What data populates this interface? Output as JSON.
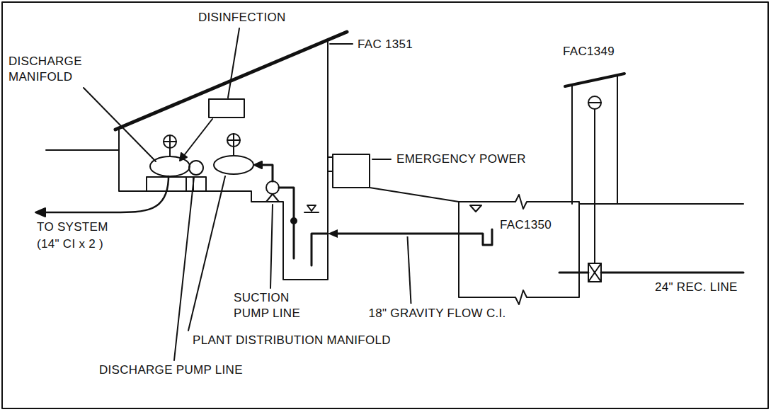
{
  "diagram": {
    "nodes": [
      {
        "text": [
          "FAC 1351"
        ]
      },
      {
        "text": [
          "FAC1350"
        ]
      },
      {
        "text": [
          "FAC1349"
        ]
      }
    ],
    "edges": [
      {
        "from": 1,
        "to": 0,
        "arrow": "to",
        "label": "18\" GRAVITY FLOW C.I."
      }
    ],
    "labels": [
      "DISINFECTION",
      "DISCHARGE MANIFOLD",
      "EMERGENCY POWER",
      "TO SYSTEM",
      "(14\" CI x 2 )",
      "SUCTION PUMP LINE",
      "PLANT DISTRIBUTION MANIFOLD",
      "DISCHARGE PUMP LINE",
      "24\" REC. LINE"
    ]
  }
}
